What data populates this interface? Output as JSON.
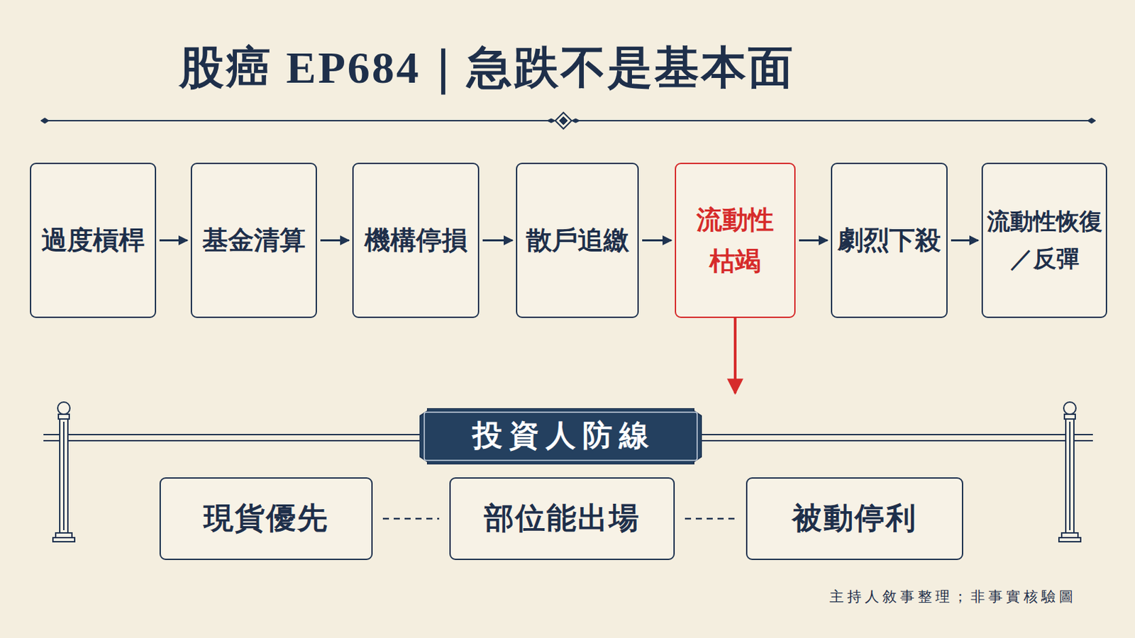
{
  "diagram": {
    "title": "股癌 EP684｜急跌不是基本面",
    "caption": "主持人敘事整理；非事實核驗圖",
    "nodes": [
      {
        "text": [
          "過度槓桿"
        ]
      },
      {
        "text": [
          "基金清算"
        ]
      },
      {
        "text": [
          "機構停損"
        ]
      },
      {
        "text": [
          "散戶追繳"
        ]
      },
      {
        "text": [
          "流動性 枯竭"
        ]
      },
      {
        "text": [
          "劇烈下殺"
        ]
      },
      {
        "text": [
          "流動性恢復 ／反彈"
        ]
      },
      {
        "text": [
          "投資人防線"
        ]
      },
      {
        "text": [
          "現貨優先"
        ]
      },
      {
        "text": [
          "部位能出場"
        ]
      },
      {
        "text": [
          "被動停利"
        ]
      }
    ],
    "edges": [
      {
        "from": 0,
        "to": 1,
        "arrow": "to"
      },
      {
        "from": 1,
        "to": 2,
        "arrow": "to"
      },
      {
        "from": 2,
        "to": 3,
        "arrow": "to"
      },
      {
        "from": 3,
        "to": 4,
        "arrow": "to"
      },
      {
        "from": 4,
        "to": 5,
        "arrow": "to"
      },
      {
        "from": 5,
        "to": 6,
        "arrow": "to"
      },
      {
        "from": 4,
        "to": 7,
        "arrow": "to"
      },
      {
        "from": 8,
        "to": 9,
        "arrow": "none"
      },
      {
        "from": 9,
        "to": 10,
        "arrow": "none"
      }
    ]
  }
}
